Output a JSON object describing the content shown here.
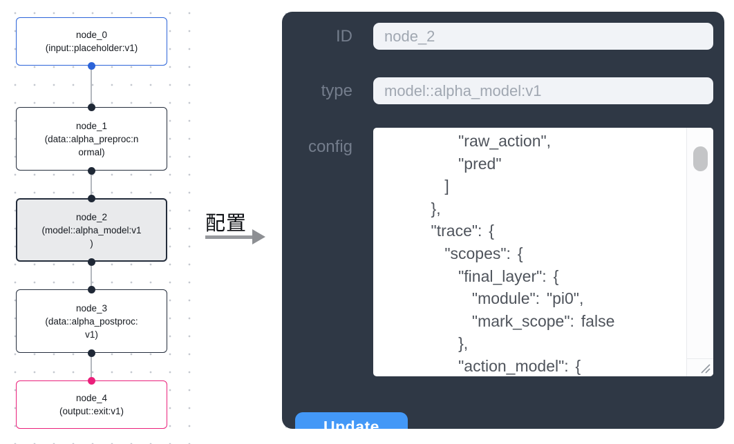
{
  "annotation": {
    "label": "配置"
  },
  "canvas": {
    "nodes": [
      {
        "name": "node_0",
        "label": "node_0\n(input::placeholder:v1)",
        "border_color": "#2b63d9",
        "handle_color": "#2b63d9"
      },
      {
        "name": "node_1",
        "label": "node_1\n(data::alpha_preproc:n\normal)",
        "border_color": "#232c3b",
        "handle_color": "#1f2836"
      },
      {
        "name": "node_2",
        "label": "node_2\n(model::alpha_model:v1\n)",
        "border_color": "#232c3b",
        "handle_color": "#1f2836",
        "selected": true,
        "fill": "#e9eaec"
      },
      {
        "name": "node_3",
        "label": "node_3\n(data::alpha_postproc:\nv1)",
        "border_color": "#232c3b",
        "handle_color": "#1f2836"
      },
      {
        "name": "node_4",
        "label": "node_4\n(output::exit:v1)",
        "border_color": "#ea1f7a",
        "handle_color": "#ea1f7a"
      }
    ]
  },
  "panel": {
    "fields": [
      {
        "label": "ID",
        "value": "node_2"
      },
      {
        "label": "type",
        "value": "model::alpha_model:v1"
      }
    ],
    "config": {
      "label": "config",
      "text": "        \"raw_action\",\n        \"pred\"\n      ]\n    },\n    \"trace\": {\n      \"scopes\": {\n        \"final_layer\": {\n          \"module\": \"pi0\",\n          \"mark_scope\": false\n        },\n        \"action_model\": {"
    },
    "update_label": "Update",
    "colors": {
      "panel_bg": "#2f3845",
      "input_bg": "#f1f3f7",
      "button_blue": "#4398f7",
      "node_blue": "#2b63d9",
      "node_pink": "#ea1f7a"
    }
  }
}
